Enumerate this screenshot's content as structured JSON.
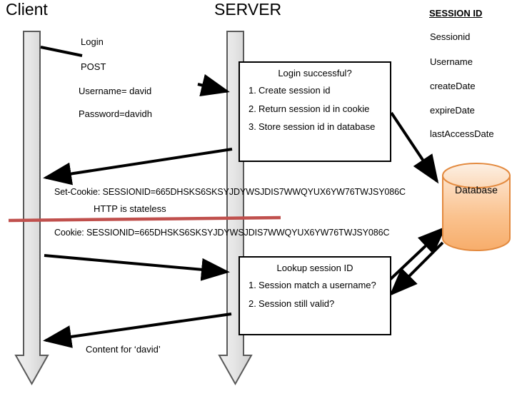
{
  "diagram": {
    "title_client": "Client",
    "title_server": "SERVER",
    "session_column": {
      "heading": "SESSION ID",
      "fields": [
        "Sessionid",
        "Username",
        "createDate",
        "expireDate",
        "lastAccessDate"
      ]
    },
    "database": {
      "label": "Database",
      "fill_top": "#fbdcc0",
      "fill_bottom": "#f7b97a",
      "stroke": "#e38a3f"
    },
    "lifelines": {
      "client_fill": "#d3d3d3",
      "server_fill": "#d3d3d3",
      "stroke": "#595959"
    },
    "request_labels": {
      "login": "Login",
      "post": "POST",
      "username": "Username= david",
      "password": "Password=davidh"
    },
    "server_box_1": {
      "title": "Login successful?",
      "items": [
        "Create session id",
        "Return session id in cookie",
        "Store session id in database"
      ],
      "numbers": [
        "1.",
        "2.",
        "3."
      ]
    },
    "server_box_2": {
      "title": "Lookup session ID",
      "items": [
        "Session match a username?",
        "Session still valid?"
      ],
      "numbers": [
        "1.",
        "2."
      ]
    },
    "responses": {
      "set_cookie": "Set-Cookie: SESSIONID=665DHSKS6SKSYJDYWSJDIS7WWQYUX6YW76TWJSY086C",
      "stateless_note": "HTTP is stateless",
      "cookie": "Cookie: SESSIONID=665DHSKS6SKSYJDYWSJDIS7WWQYUX6YW76TWJSY086C",
      "content": "Content for ‘david’"
    },
    "separator": {
      "color": "#c0504d"
    },
    "arrow_color": "#000000"
  }
}
